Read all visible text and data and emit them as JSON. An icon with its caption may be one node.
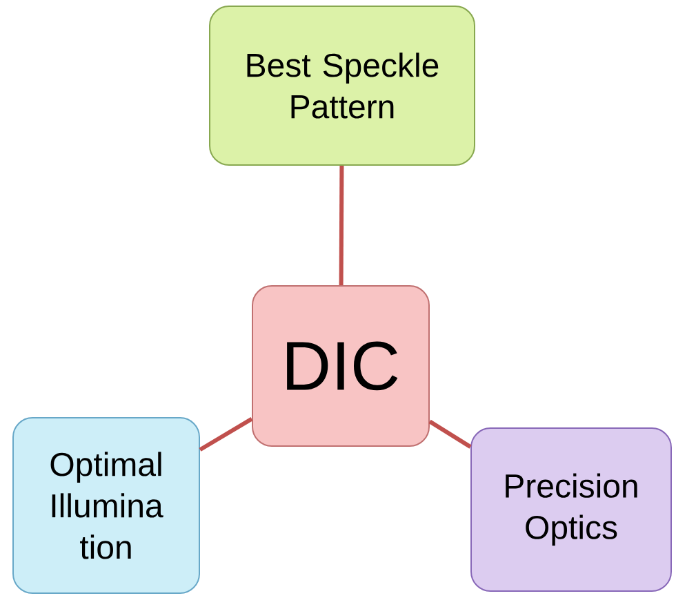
{
  "diagram": {
    "nodes": [
      {
        "text": [
          "DIC"
        ]
      },
      {
        "text": [
          "Best Speckle Pattern"
        ]
      },
      {
        "text": [
          "Optimal Illumina tion"
        ]
      },
      {
        "text": [
          "Precision Optics"
        ]
      }
    ],
    "edges": [
      {
        "from": 0,
        "to": 1,
        "arrow": "none"
      },
      {
        "from": 0,
        "to": 2,
        "arrow": "none"
      },
      {
        "from": 0,
        "to": 3,
        "arrow": "none"
      }
    ]
  }
}
